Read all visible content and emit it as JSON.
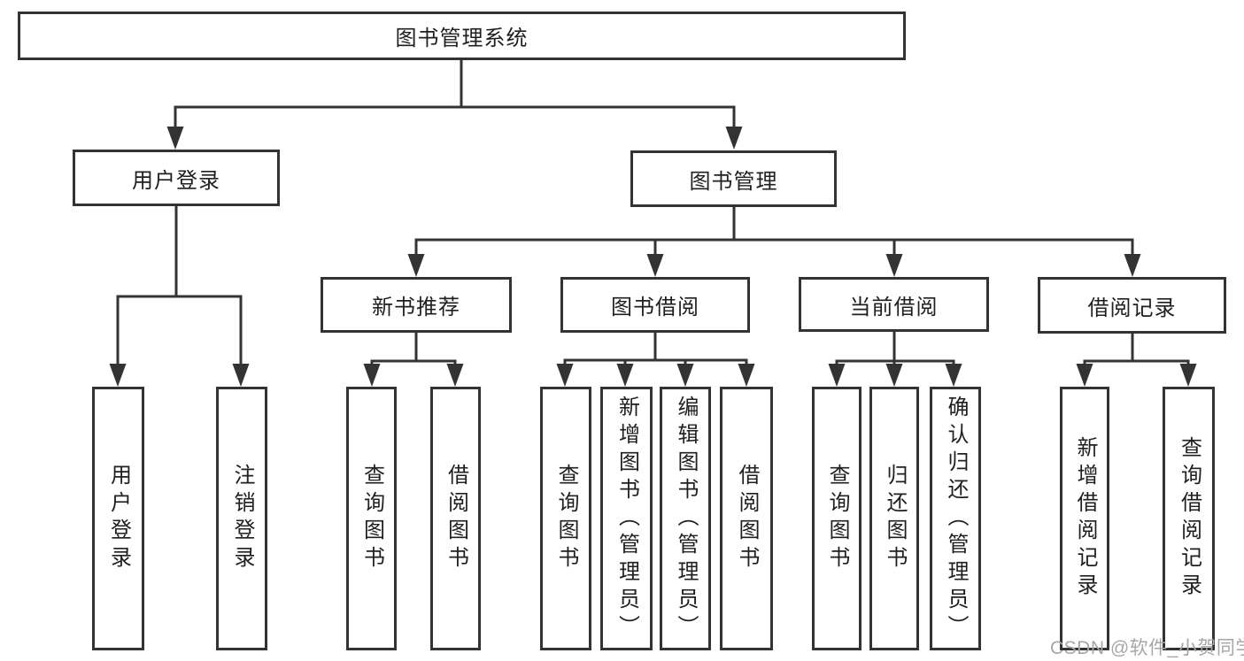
{
  "colors": {
    "line": "#333333",
    "text": "#1f1f1f",
    "watermark_gray": "#a6a6a6",
    "background": "#ffffff"
  },
  "tree": {
    "root": "图书管理系统",
    "children": [
      {
        "label": "用户登录",
        "children": [
          "用户登录",
          "注销登录"
        ]
      },
      {
        "label": "图书管理",
        "children": [
          {
            "label": "新书推荐",
            "children": [
              "查询图书",
              "借阅图书"
            ]
          },
          {
            "label": "图书借阅",
            "children": [
              "查询图书",
              "新增图书（管理员）",
              "编辑图书（管理员）",
              "借阅图书"
            ]
          },
          {
            "label": "当前借阅",
            "children": [
              "查询图书",
              "归还图书",
              "确认归还（管理员）"
            ]
          },
          {
            "label": "借阅记录",
            "children": [
              "新增借阅记录",
              "查询借阅记录"
            ]
          }
        ]
      }
    ]
  },
  "watermark": "CSDN @软件_小贺同学"
}
